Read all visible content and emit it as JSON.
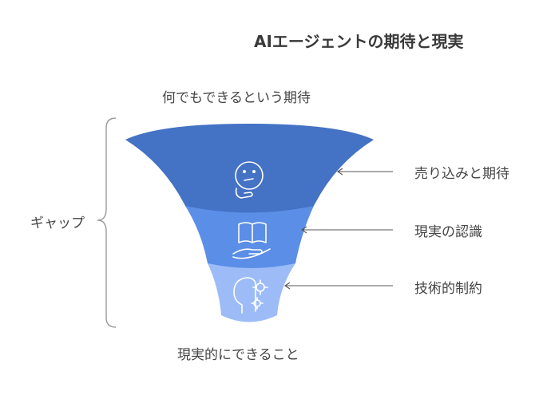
{
  "title": "AIエージェントの期待と現実",
  "top_caption": "何でもできるという期待",
  "bottom_caption": "現実的にできること",
  "gap_label": "ギャップ",
  "stages": [
    {
      "label": "売り込みと期待",
      "icon": "thinking-face-icon",
      "color": "#4472c4"
    },
    {
      "label": "現実の認識",
      "icon": "open-book-hand-icon",
      "color": "#5b8ee6"
    },
    {
      "label": "技術的制約",
      "icon": "gear-head-icon",
      "color": "#9dbcf7"
    }
  ]
}
